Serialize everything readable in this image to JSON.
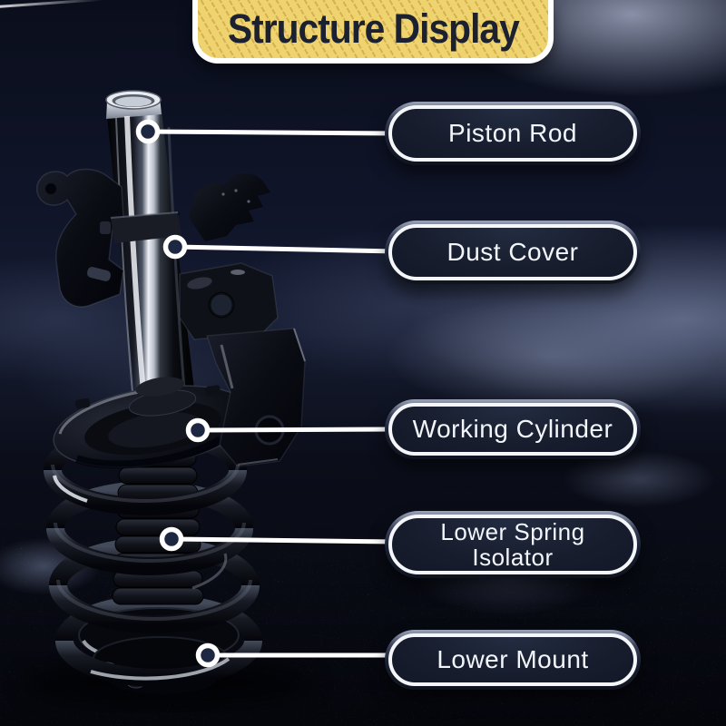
{
  "header": {
    "title": "Structure Display"
  },
  "parts": [
    {
      "label": "Piston Rod"
    },
    {
      "label": "Dust Cover"
    },
    {
      "label": "Working Cylinder"
    },
    {
      "label": "Lower Spring Isolator"
    },
    {
      "label": "Lower Mount"
    }
  ],
  "colors": {
    "banner_fill": "#eed36f",
    "banner_stripe": "#aa7a22",
    "banner_text": "#1b2130",
    "pill_fill": "#171d2d",
    "pill_ring": "#f4f6f9",
    "pill_text": "#f2f5f9",
    "connector": "#ffffff",
    "connector_dot_fill": "#1d2742",
    "background_top": "#0a0e1c",
    "background_bottom": "#05060c"
  }
}
